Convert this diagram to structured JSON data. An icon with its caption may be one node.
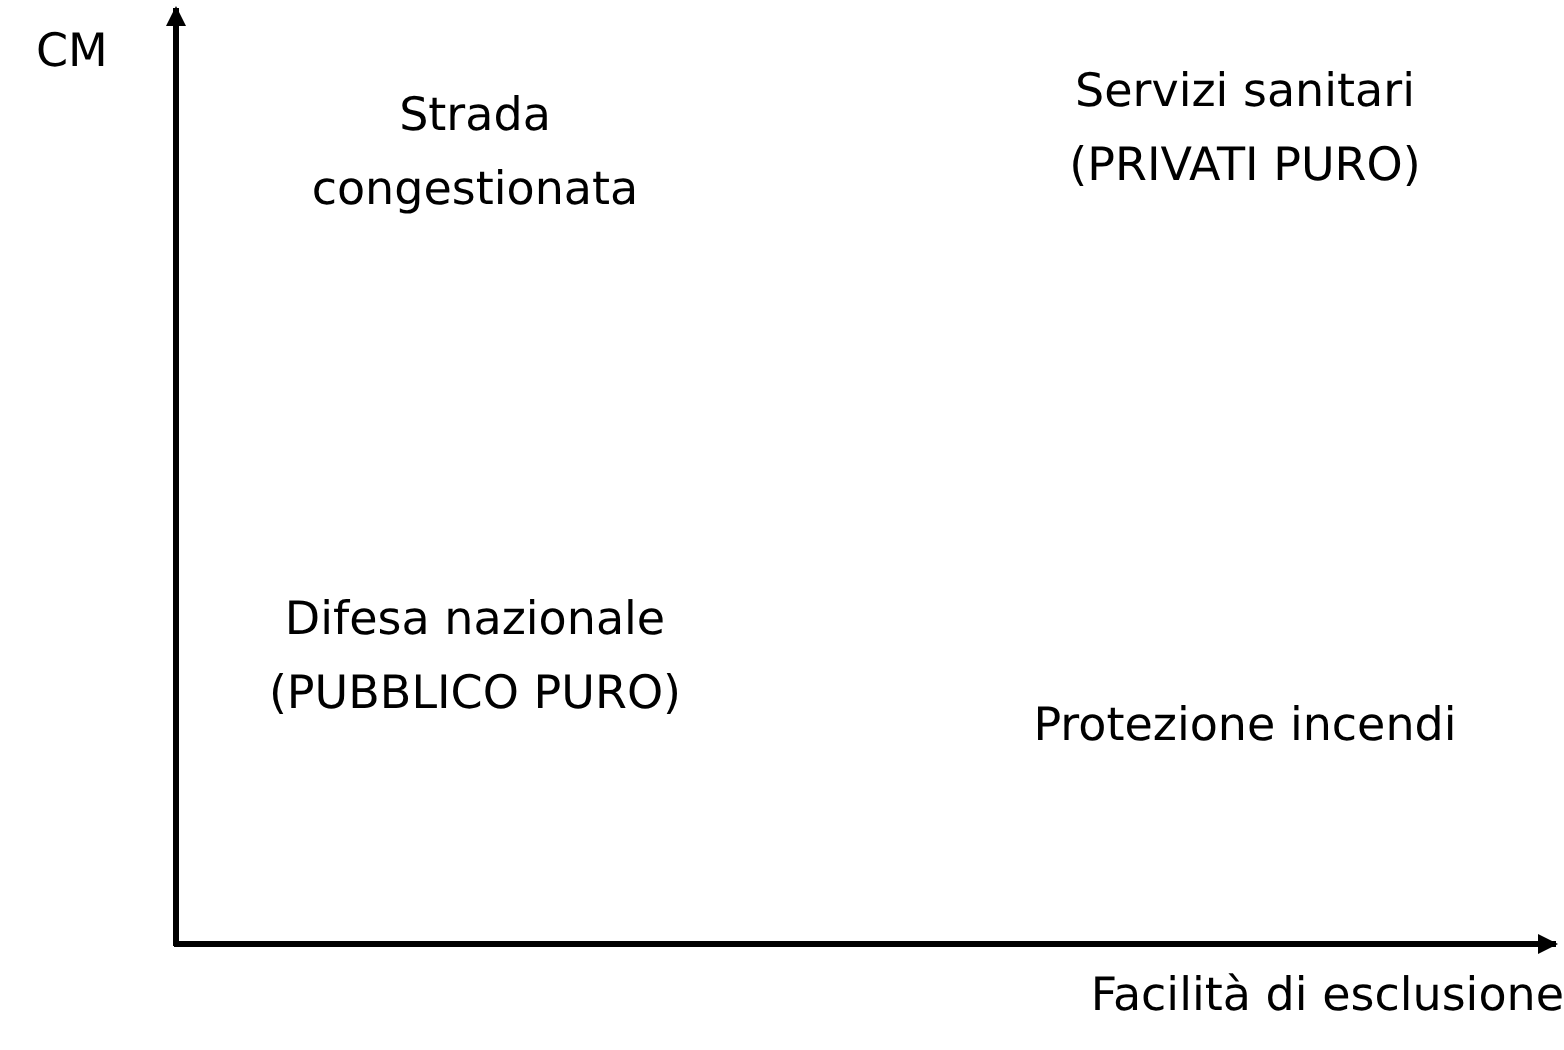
{
  "diagram": {
    "labels": [
      "CM",
      "Strada congestionata",
      "Servizi sanitari (PRIVATI PURO)",
      "Difesa nazionale (PUBBLICO PURO)",
      "Protezione incendi",
      "Facilità di esclusione"
    ]
  }
}
